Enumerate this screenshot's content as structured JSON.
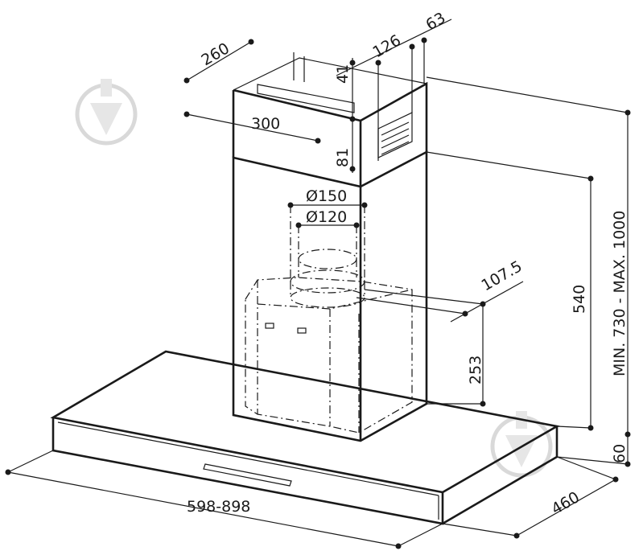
{
  "dimensions": {
    "chimney_depth": "260",
    "chimney_width": "300",
    "bracket_gap": "126",
    "bracket_offset": "63",
    "bracket_height_41": "41",
    "bracket_height_81": "81",
    "outlet_outer": "Ø150",
    "outlet_inner": "Ø120",
    "motor_offset": "107.5",
    "lower_chimney_height": "540",
    "motor_height": "253",
    "total_height_range": "MIN. 730 - MAX. 1000",
    "canopy_thickness": "60",
    "canopy_width": "598-898",
    "canopy_depth": "460"
  },
  "colors": {
    "ink": "#1a1a1a",
    "watermark": "#d9d9d9"
  },
  "icons": [
    "watermark-logo-icon",
    "watermark-logo-icon"
  ]
}
